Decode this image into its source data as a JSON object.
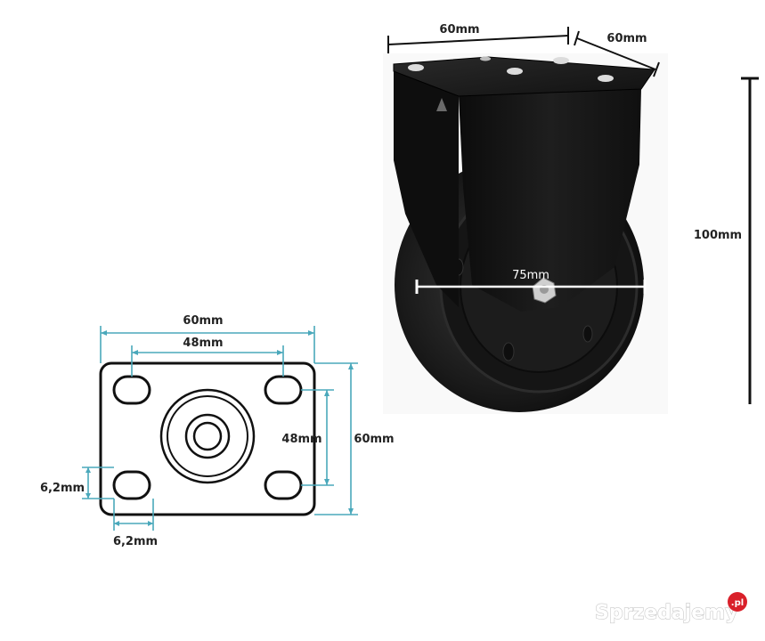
{
  "dimensions": {
    "top_width": "60mm",
    "top_depth": "60mm",
    "height": "100mm",
    "wheel_diameter": "75mm",
    "plate_width": "60mm",
    "hole_spacing_x": "48mm",
    "hole_spacing_y": "48mm",
    "plate_height": "60mm",
    "hole_height": "6,2mm",
    "hole_width": "6,2mm"
  },
  "watermark": {
    "text": "Sprzedajemy",
    "suffix": ".pl"
  },
  "colors": {
    "dimension_line": "#4aa8bb",
    "plate_outline": "#111111",
    "caster_body": "#1a1a1a",
    "watermark_badge": "#d9202a"
  }
}
